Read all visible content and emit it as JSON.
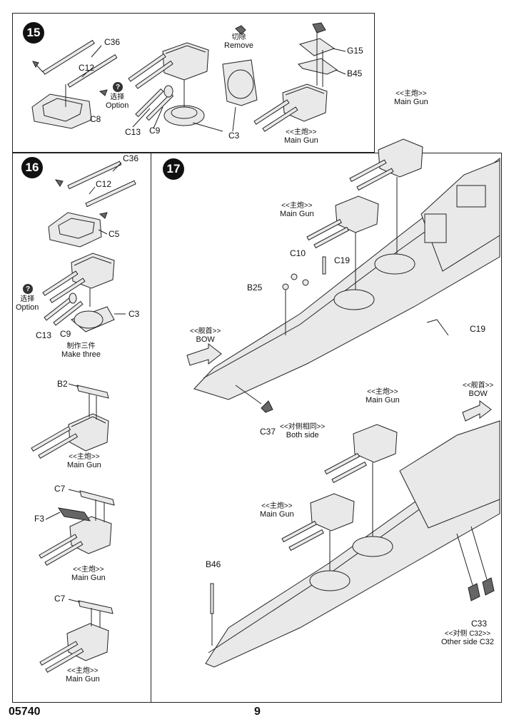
{
  "footer": {
    "code": "05740",
    "page": "9"
  },
  "step15": {
    "num": "15",
    "labels": {
      "c36": "C36",
      "c12": "C12",
      "c8": "C8",
      "c13": "C13",
      "c9": "C9",
      "c3": "C3",
      "g15": "G15",
      "b45": "B45"
    },
    "option_cn": "选择",
    "option_en": "Option",
    "remove_cn": "切除",
    "remove_en": "Remove",
    "main_gun_cn": "<<主炮>>",
    "main_gun_en": "Main Gun"
  },
  "step16": {
    "num": "16",
    "labels": {
      "c36": "C36",
      "c12": "C12",
      "c5": "C5",
      "c13": "C13",
      "c9": "C9",
      "c3": "C3",
      "b2": "B2",
      "c7a": "C7",
      "f3": "F3",
      "c7b": "C7"
    },
    "option_cn": "选择",
    "option_en": "Option",
    "make_cn": "制作三件",
    "make_en": "Make three",
    "main_gun_cn": "<<主炮>>",
    "main_gun_en": "Main Gun"
  },
  "step17": {
    "num": "17",
    "labels": {
      "c10": "C10",
      "c19a": "C19",
      "b25": "B25",
      "c19b": "C19",
      "c37": "C37",
      "b46": "B46",
      "c33": "C33"
    },
    "main_gun_cn": "<<主炮>>",
    "main_gun_en": "Main Gun",
    "bow_cn": "<<舰首>>",
    "bow_en": "BOW",
    "both_cn": "<<对侧相同>>",
    "both_en": "Both side",
    "other_cn": "<<对侧  C32>>",
    "other_en": "Other side C32"
  }
}
